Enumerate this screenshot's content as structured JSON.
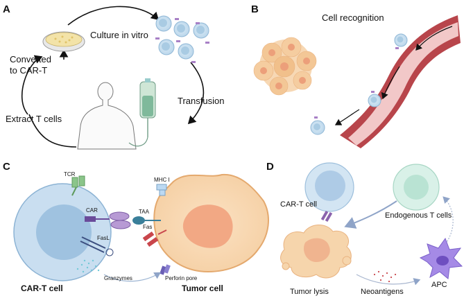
{
  "panels": {
    "a": {
      "letter": "A",
      "culture_label": "Culture in vitro",
      "converted_label_line1": "Converted",
      "converted_label_line2": "to CAR-T",
      "transfusion_label": "Transfusion",
      "extract_label": "Extract T cells"
    },
    "b": {
      "letter": "B",
      "recognition_label": "Cell recognition"
    },
    "c": {
      "letter": "C",
      "tcr_label": "TCR",
      "mhc_label": "MHC I",
      "car_label": "CAR",
      "taa_label": "TAA",
      "fasl_label": "FasL",
      "fas_label": "Fas",
      "granzymes_label": "Granzymes",
      "perforin_label": "Perforin pore",
      "cart_cell_label": "CAR-T cell",
      "tumor_cell_label": "Tumor cell"
    },
    "d": {
      "letter": "D",
      "cart_cell_label": "CAR-T cell",
      "endogenous_label": "Endogenous T cells",
      "tumor_lysis_label": "Tumor lysis",
      "neoantigens_label": "Neoantigens",
      "apc_label": "APC"
    }
  },
  "colors": {
    "tcell_fill": "#cfe3f1",
    "tcell_nucleus": "#a9cbe3",
    "tumor_fill": "#f8d9b3",
    "tumor_nucleus": "#f0a882",
    "vessel": "#b8454b",
    "car_purple": "#8b63ad",
    "apc_purple": "#9b7fe0",
    "endogenous_fill": "#d5efe6",
    "arrow_blue": "#8fa4c8"
  }
}
